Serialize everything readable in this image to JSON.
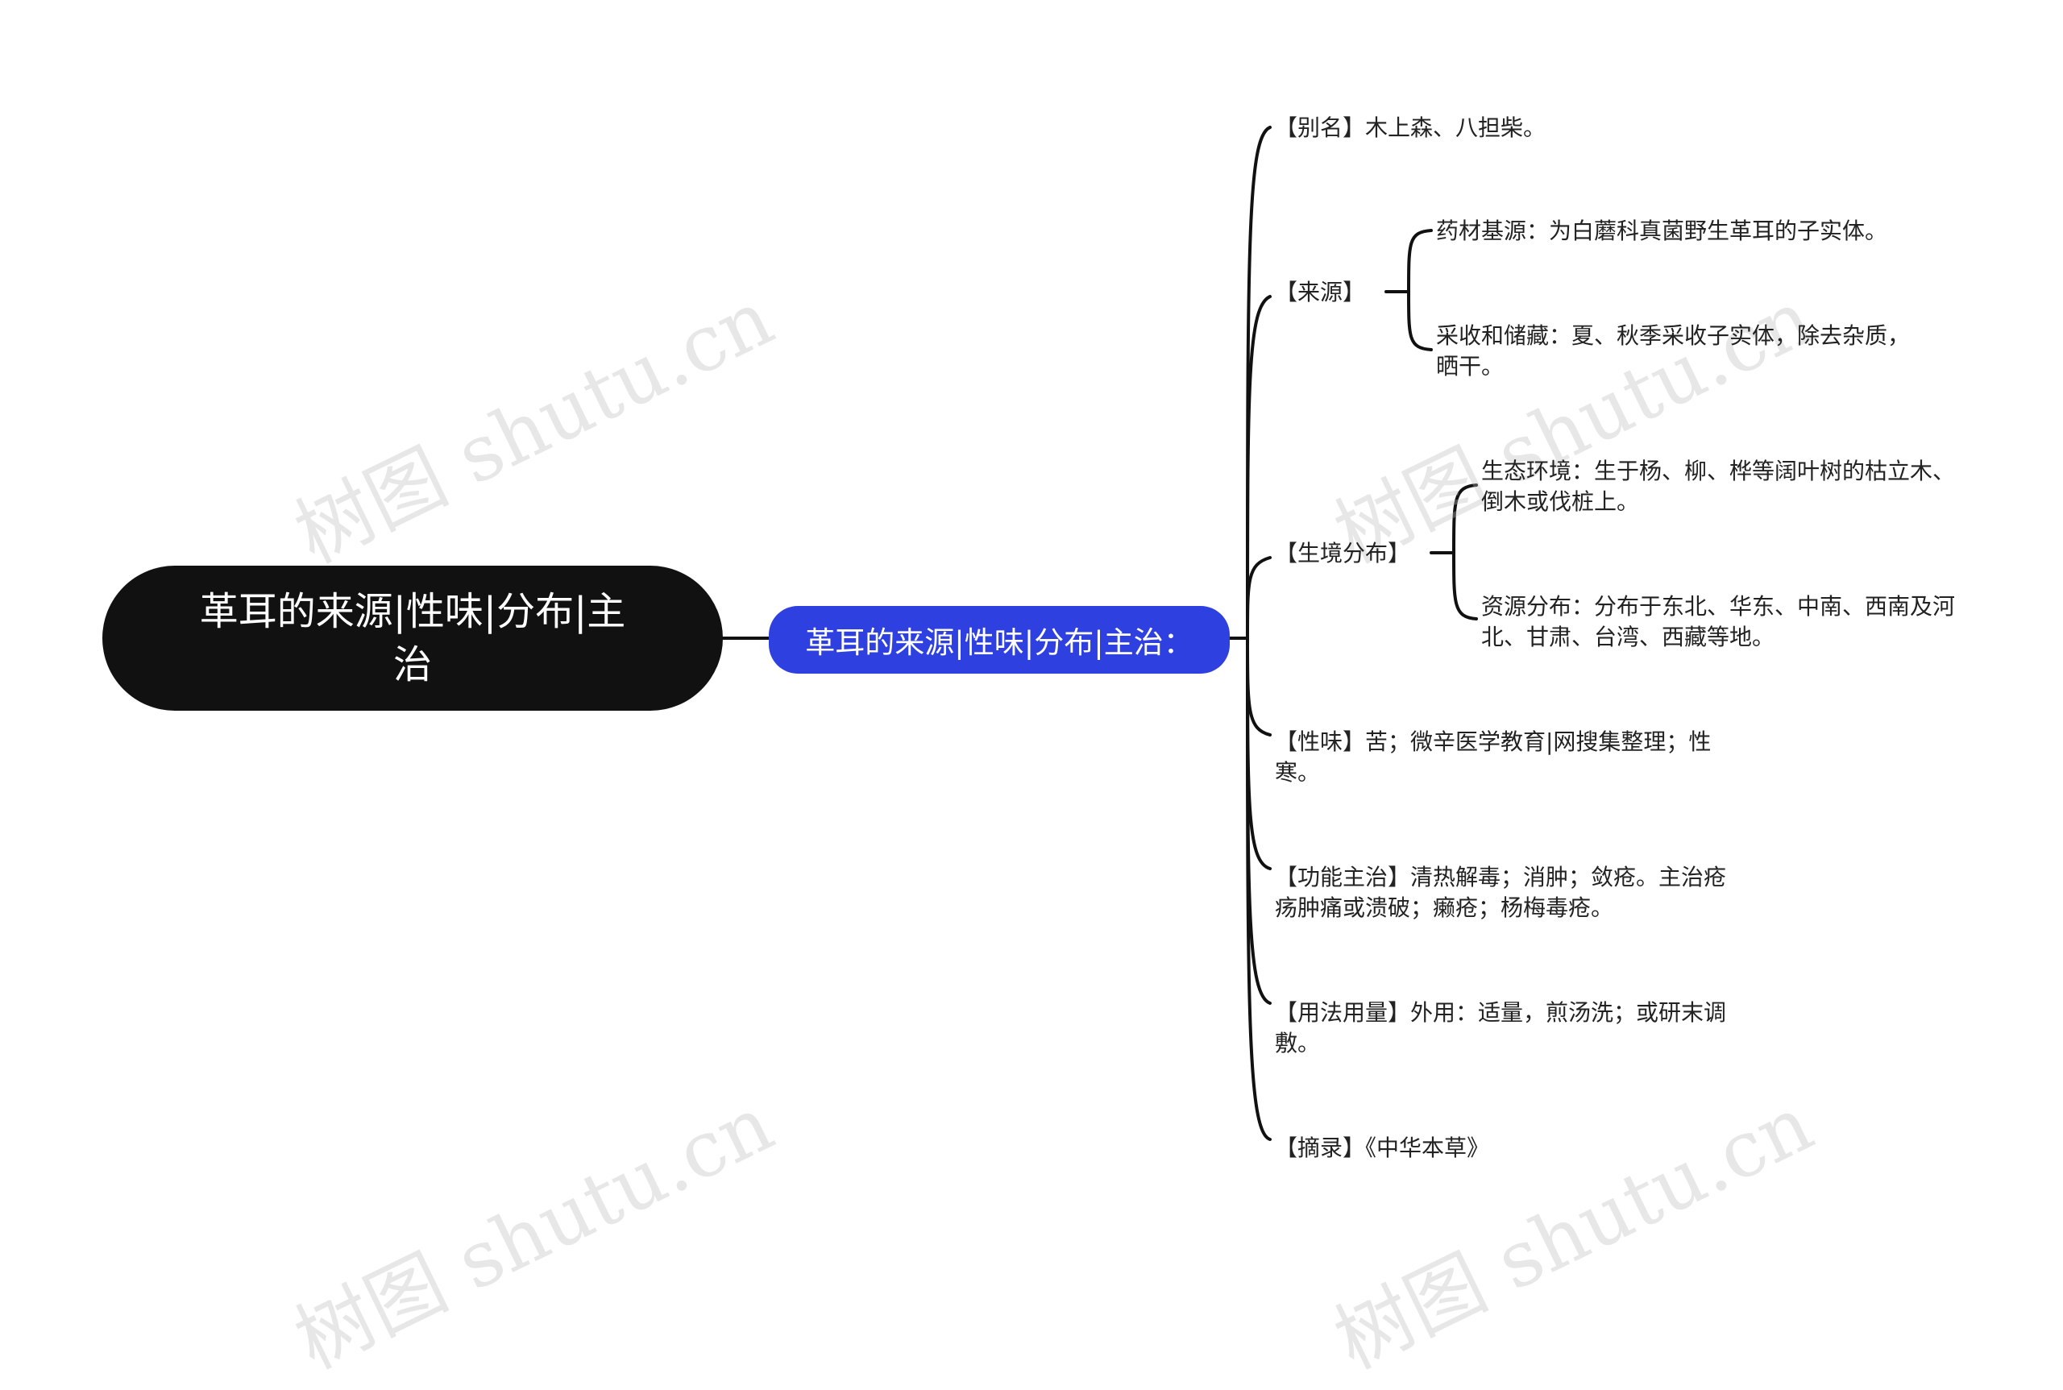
{
  "root": {
    "label": "革耳的来源|性味|分布|主治"
  },
  "center": {
    "label": "革耳的来源|性味|分布|主治："
  },
  "branches": [
    {
      "label": "【别名】木上森、八担柴。"
    },
    {
      "label": "【来源】",
      "children": [
        {
          "label": "药材基源：为白蘑科真菌野生革耳的子实体。"
        },
        {
          "label": "采收和储藏：夏、秋季采收子实体，除去杂质，晒干。"
        }
      ]
    },
    {
      "label": "【生境分布】",
      "children": [
        {
          "label": "生态环境：生于杨、柳、桦等阔叶树的枯立木、倒木或伐桩上。"
        },
        {
          "label": "资源分布：分布于东北、华东、中南、西南及河北、甘肃、台湾、西藏等地。"
        }
      ]
    },
    {
      "label": "【性味】苦；微辛医学教育|网搜集整理；性寒。"
    },
    {
      "label": "【功能主治】清热解毒；消肿；敛疮。主治疮疡肿痛或溃破；癞疮；杨梅毒疮。"
    },
    {
      "label": "【用法用量】外用：适量，煎汤洗；或研末调敷。"
    },
    {
      "label": "【摘录】《中华本草》"
    }
  ],
  "watermark": "树图 shutu.cn",
  "colors": {
    "root_bg": "#111111",
    "center_bg": "#2f40e0",
    "line": "#111111",
    "text": "#222222"
  }
}
